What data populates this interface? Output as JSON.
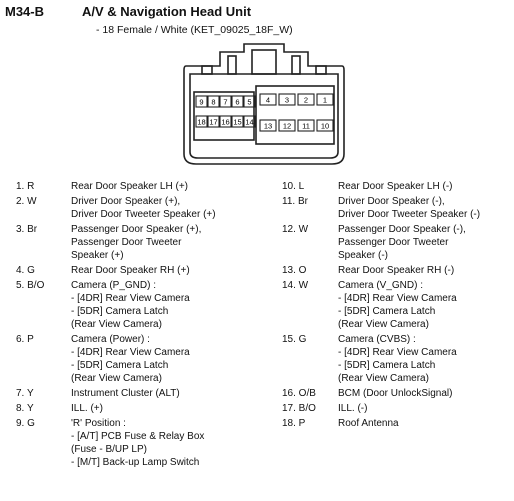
{
  "header": {
    "code": "M34-B",
    "title": "A/V & Navigation Head Unit",
    "subtitle": "- 18 Female / White (KET_09025_18F_W)"
  },
  "connector": {
    "top_row": [
      "9",
      "8",
      "7",
      "6",
      "5",
      "",
      "4",
      "3",
      "2",
      "1"
    ],
    "bottom_row": [
      "18",
      "17",
      "16",
      "15",
      "14",
      "",
      "13",
      "12",
      "11",
      "10"
    ]
  },
  "left_pins": [
    {
      "num": "1. R",
      "lines": [
        "Rear Door Speaker LH (+)"
      ]
    },
    {
      "num": "2. W",
      "lines": [
        "Driver Door Speaker (+),",
        "Driver Door Tweeter Speaker (+)"
      ]
    },
    {
      "num": "3. Br",
      "lines": [
        "Passenger Door Speaker (+),",
        "Passenger Door Tweeter",
        "Speaker (+)"
      ]
    },
    {
      "num": "4. G",
      "lines": [
        "Rear Door Speaker RH (+)"
      ]
    },
    {
      "num": "5. B/O",
      "lines": [
        "Camera (P_GND) :",
        "- [4DR] Rear View Camera",
        "- [5DR] Camera Latch",
        "(Rear View Camera)"
      ]
    },
    {
      "num": "6. P",
      "lines": [
        "Camera (Power) :",
        "- [4DR] Rear View Camera",
        "- [5DR] Camera Latch",
        "(Rear View Camera)"
      ]
    },
    {
      "num": "7. Y",
      "lines": [
        "Instrument Cluster (ALT)"
      ]
    },
    {
      "num": "8. Y",
      "lines": [
        "ILL. (+)"
      ]
    },
    {
      "num": "9. G",
      "lines": [
        "'R' Position :",
        "- [A/T] PCB Fuse & Relay Box",
        "(Fuse - B/UP LP)",
        "- [M/T] Back-up Lamp Switch"
      ]
    }
  ],
  "right_pins": [
    {
      "num": "10. L",
      "lines": [
        "Rear Door Speaker LH (-)"
      ]
    },
    {
      "num": "11. Br",
      "lines": [
        "Driver Door Speaker (-),",
        "Driver Door Tweeter Speaker (-)"
      ]
    },
    {
      "num": "12. W",
      "lines": [
        "Passenger Door Speaker (-),",
        "Passenger Door Tweeter",
        "Speaker (-)"
      ]
    },
    {
      "num": "13. O",
      "lines": [
        "Rear Door Speaker RH (-)"
      ]
    },
    {
      "num": "14. W",
      "lines": [
        "Camera (V_GND) :",
        "- [4DR] Rear View Camera",
        "- [5DR] Camera Latch",
        "(Rear View Camera)"
      ]
    },
    {
      "num": "15. G",
      "lines": [
        "Camera (CVBS) :",
        "- [4DR] Rear View Camera",
        "- [5DR] Camera Latch",
        "(Rear View Camera)"
      ]
    },
    {
      "num": "16. O/B",
      "lines": [
        "BCM (Door UnlockSignal)"
      ]
    },
    {
      "num": "17. B/O",
      "lines": [
        "ILL. (-)"
      ]
    },
    {
      "num": "18. P",
      "lines": [
        "Roof Antenna"
      ]
    }
  ]
}
